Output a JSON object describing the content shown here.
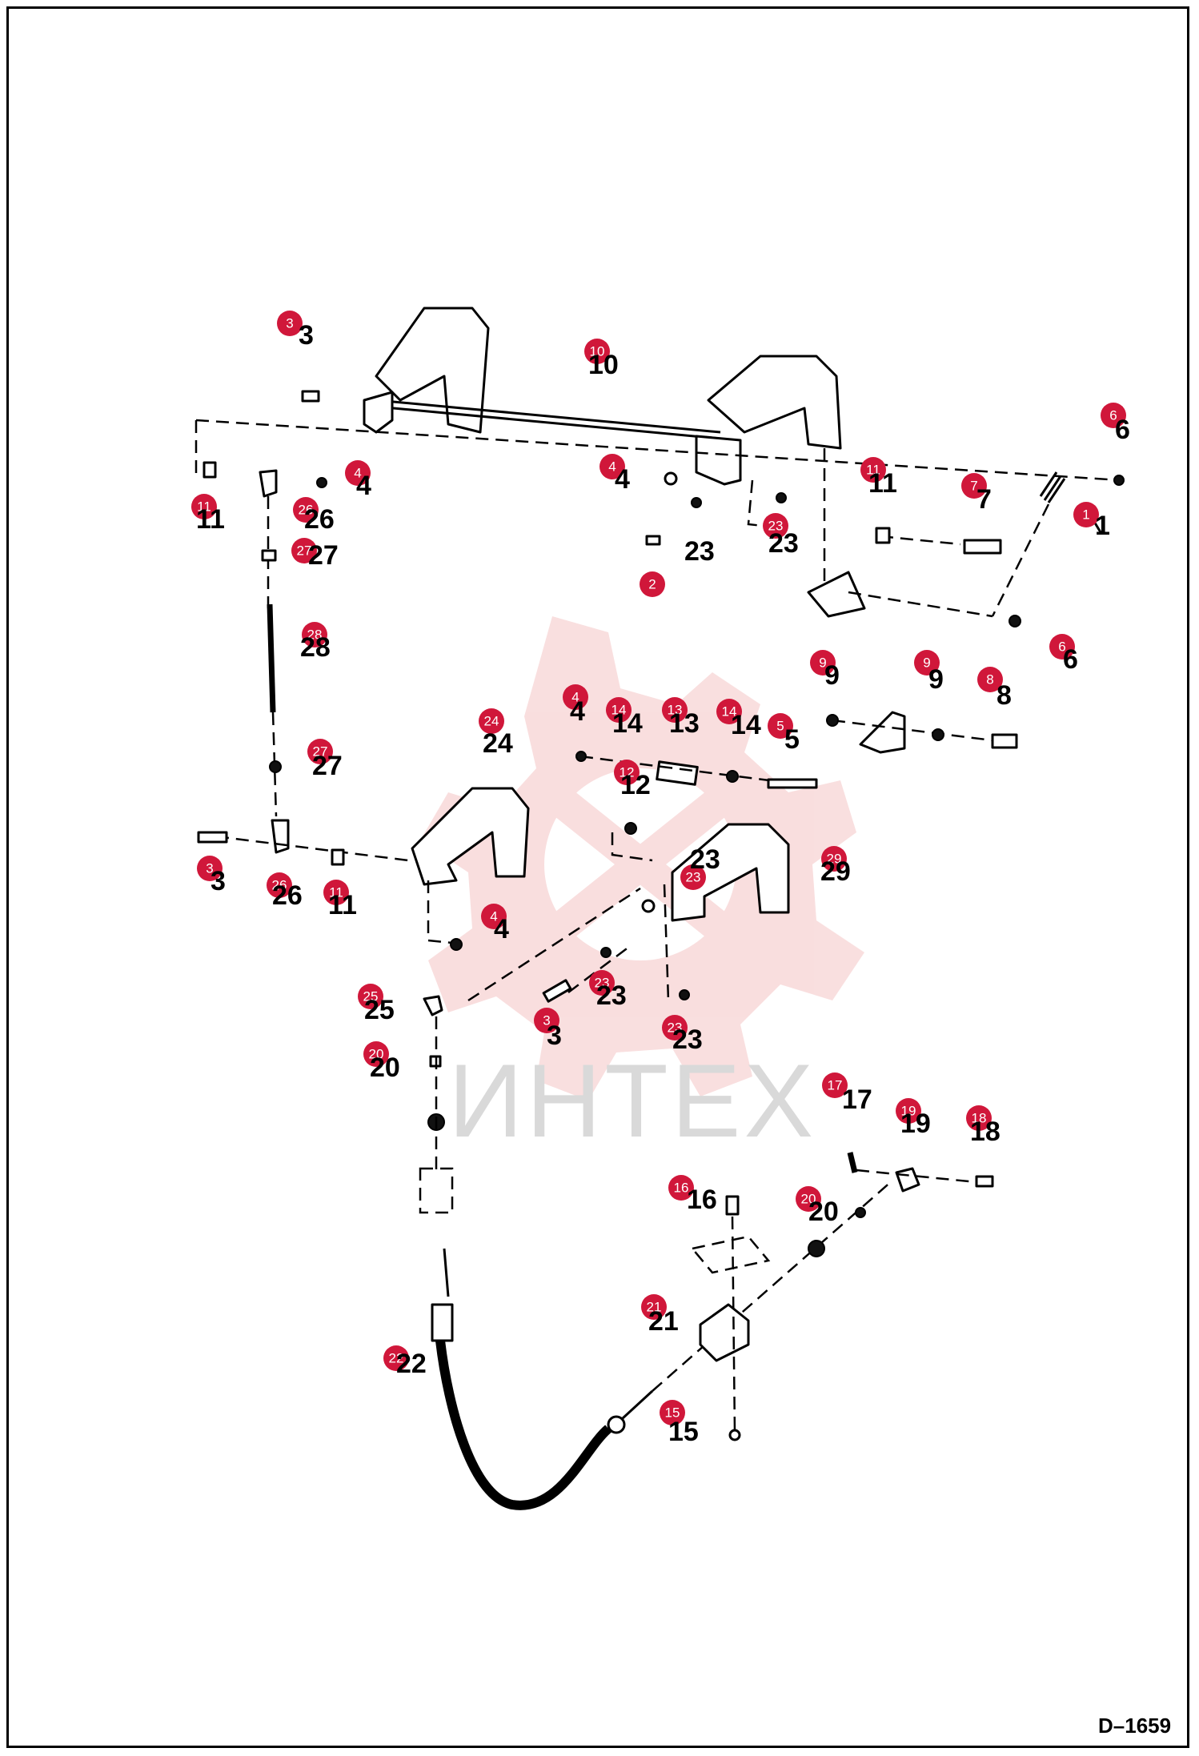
{
  "drawing_code": "D–1659",
  "watermark": {
    "text": "ИНТЕХ",
    "icon": "gear-logo-icon",
    "color": "#f2b8b8"
  },
  "callout_color": "#d0173a",
  "callouts": [
    {
      "num": "1",
      "label": "1"
    },
    {
      "num": "2",
      "label": "23"
    },
    {
      "num": "3",
      "label": "3"
    },
    {
      "num": "3",
      "label": "3"
    },
    {
      "num": "3",
      "label": "3"
    },
    {
      "num": "4",
      "label": "4"
    },
    {
      "num": "4",
      "label": "4"
    },
    {
      "num": "4",
      "label": "4"
    },
    {
      "num": "4",
      "label": "4"
    },
    {
      "num": "5",
      "label": "5"
    },
    {
      "num": "6",
      "label": "6"
    },
    {
      "num": "6",
      "label": "6"
    },
    {
      "num": "7",
      "label": "7"
    },
    {
      "num": "8",
      "label": "8"
    },
    {
      "num": "9",
      "label": "9"
    },
    {
      "num": "9",
      "label": "9"
    },
    {
      "num": "10",
      "label": "10"
    },
    {
      "num": "11",
      "label": "11"
    },
    {
      "num": "11",
      "label": "11"
    },
    {
      "num": "11",
      "label": "11"
    },
    {
      "num": "12",
      "label": "12"
    },
    {
      "num": "13",
      "label": "13"
    },
    {
      "num": "14",
      "label": "14"
    },
    {
      "num": "14",
      "label": "14"
    },
    {
      "num": "15",
      "label": "15"
    },
    {
      "num": "16",
      "label": "16"
    },
    {
      "num": "17",
      "label": "17"
    },
    {
      "num": "18",
      "label": "18"
    },
    {
      "num": "19",
      "label": "19"
    },
    {
      "num": "20",
      "label": "20"
    },
    {
      "num": "20",
      "label": "20"
    },
    {
      "num": "21",
      "label": "21"
    },
    {
      "num": "22",
      "label": "22"
    },
    {
      "num": "23",
      "label": "23"
    },
    {
      "num": "23",
      "label": "23"
    },
    {
      "num": "23",
      "label": "23"
    },
    {
      "num": "23",
      "label": "23"
    },
    {
      "num": "24",
      "label": "24"
    },
    {
      "num": "25",
      "label": "25"
    },
    {
      "num": "26",
      "label": "26"
    },
    {
      "num": "26",
      "label": "26"
    },
    {
      "num": "27",
      "label": "27"
    },
    {
      "num": "27",
      "label": "27"
    },
    {
      "num": "28",
      "label": "28"
    },
    {
      "num": "29",
      "label": "29"
    }
  ]
}
